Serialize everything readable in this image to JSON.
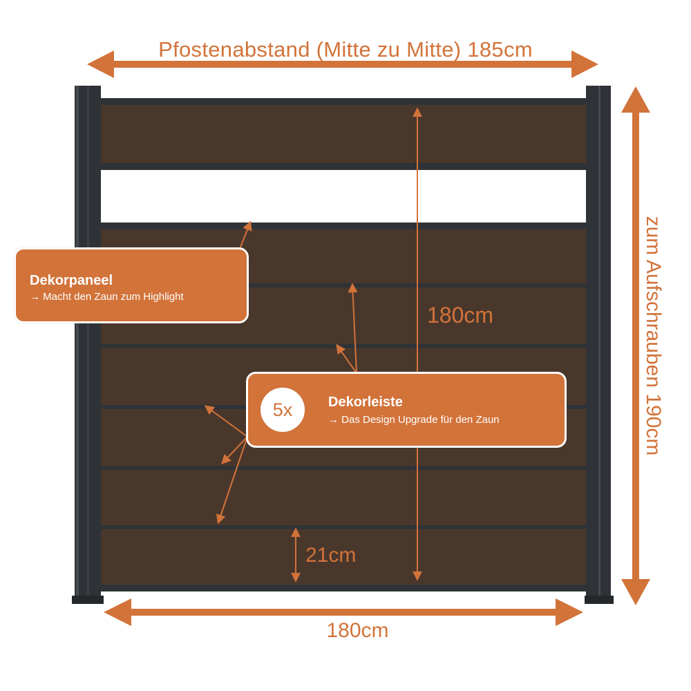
{
  "dimensions": {
    "post_spacing": "Pfostenabstand (Mitte zu Mitte) 185cm",
    "mounting_height": "zum Aufschrauben 190cm",
    "inner_height": "180cm",
    "panel_height": "21cm",
    "width": "180cm"
  },
  "callouts": {
    "decor_panel": {
      "title": "Dekorpaneel",
      "subtitle": "→ Macht den Zaun zum Highlight"
    },
    "decor_strip": {
      "count": "5x",
      "title": "Dekorleiste",
      "subtitle": "→ Das Design Upgrade für den Zaun"
    }
  },
  "colors": {
    "accent": "#d2733a",
    "wood": "#4a372c",
    "metal": "#2f3337",
    "background": "#ffffff"
  }
}
